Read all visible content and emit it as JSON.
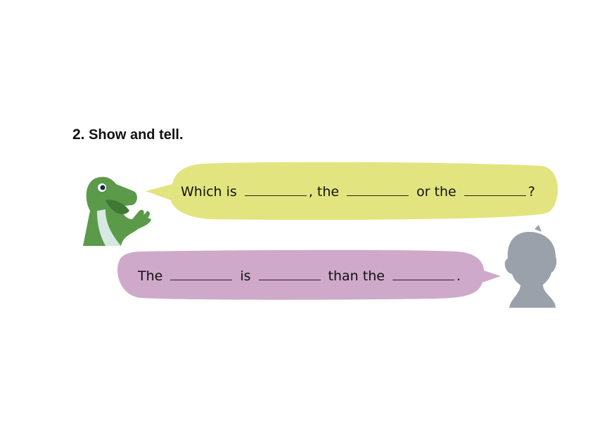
{
  "exercise": {
    "number": "2.",
    "title": "Show and tell."
  },
  "bubble_question": {
    "parts": [
      "Which is",
      ", the",
      "or the",
      "?"
    ],
    "color": "#e2e57f"
  },
  "bubble_answer": {
    "parts": [
      "The",
      "is",
      "than the",
      "."
    ],
    "color": "#cfa9ca"
  },
  "colors": {
    "dino": "#5b9a49",
    "person": "#9aa1ab"
  }
}
